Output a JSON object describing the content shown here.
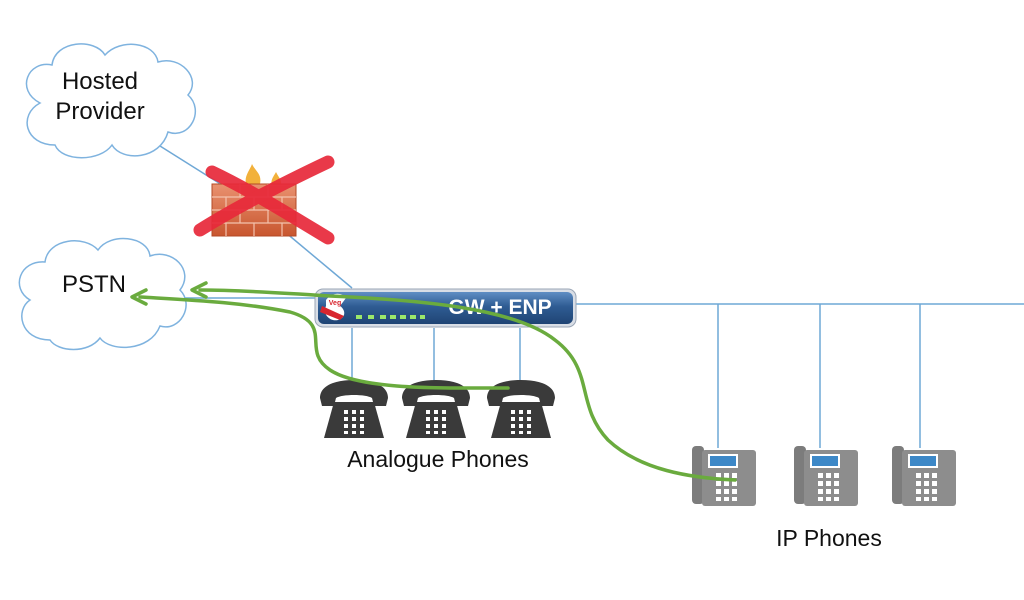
{
  "clouds": {
    "hosted_provider": {
      "line1": "Hosted",
      "line2": "Provider"
    },
    "pstn": {
      "label": "PSTN"
    }
  },
  "gateway": {
    "label": "GW + ENP",
    "logo_text": "Veg"
  },
  "groups": {
    "analogue_phones": {
      "label": "Analogue Phones",
      "count": 3
    },
    "ip_phones": {
      "label": "IP Phones",
      "count": 3
    }
  },
  "firewall": {
    "status": "blocked"
  },
  "colors": {
    "network_line": "#6fa8d6",
    "call_path": "#6aab3e",
    "blocked_cross": "#e8293a",
    "cloud_stroke": "#7fb3df",
    "device_blue": "#2f5c93",
    "phone_dark": "#3a3a3a",
    "ip_phone_gray": "#8d8d8d",
    "ip_phone_screen": "#3d88c7"
  }
}
